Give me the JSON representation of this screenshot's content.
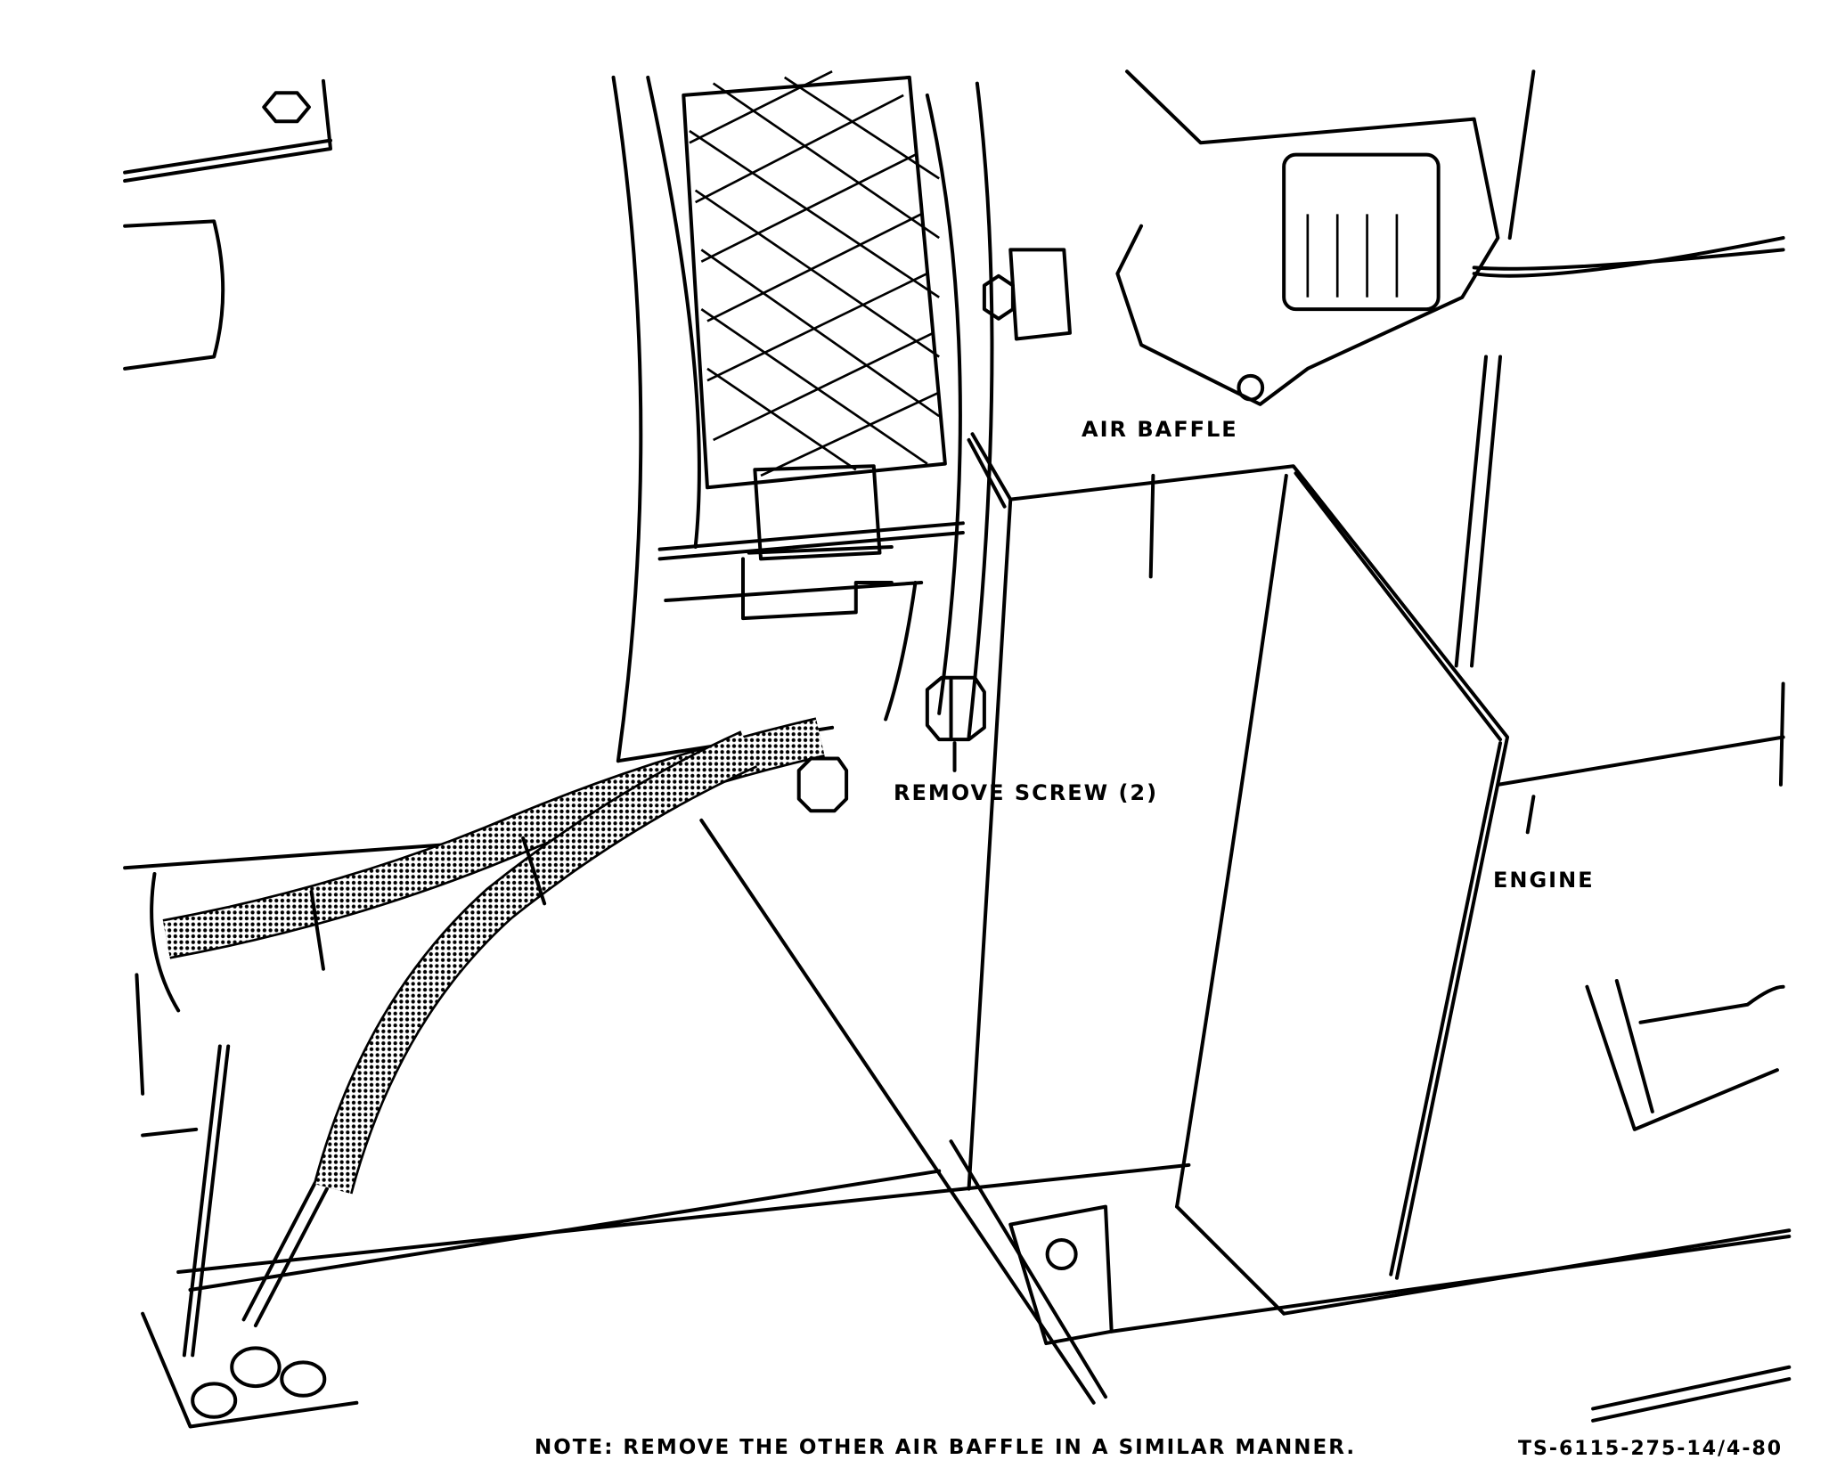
{
  "labels": {
    "air_baffle": "AIR BAFFLE",
    "remove_screw": "REMOVE SCREW (2)",
    "engine": "ENGINE"
  },
  "note": "NOTE:  REMOVE THE OTHER AIR BAFFLE IN A SIMILAR MANNER.",
  "figure_id": "TS-6115-275-14/4-80"
}
